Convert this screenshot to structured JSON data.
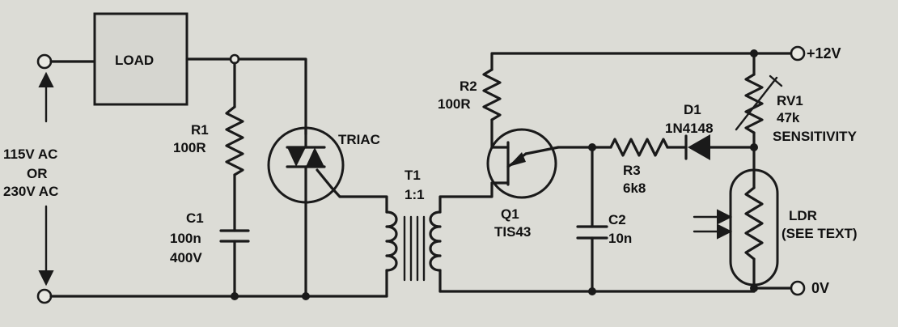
{
  "supply": {
    "line1": "115V AC",
    "line2": "OR",
    "line3": "230V AC"
  },
  "load": {
    "label": "LOAD"
  },
  "r1": {
    "ref": "R1",
    "value": "100R"
  },
  "c1": {
    "ref": "C1",
    "value": "100n",
    "rating": "400V"
  },
  "triac": {
    "label": "TRIAC"
  },
  "t1": {
    "ref": "T1",
    "ratio": "1:1"
  },
  "r2": {
    "ref": "R2",
    "value": "100R"
  },
  "q1": {
    "ref": "Q1",
    "part": "TIS43"
  },
  "c2": {
    "ref": "C2",
    "value": "10n"
  },
  "r3": {
    "ref": "R3",
    "value": "6k8"
  },
  "d1": {
    "ref": "D1",
    "part": "1N4148"
  },
  "rv1": {
    "ref": "RV1",
    "value": "47k",
    "function": "SENSITIVITY"
  },
  "ldr": {
    "ref": "LDR",
    "note": "(SEE TEXT)"
  },
  "rails": {
    "positive": "+12V",
    "ground": "0V"
  }
}
